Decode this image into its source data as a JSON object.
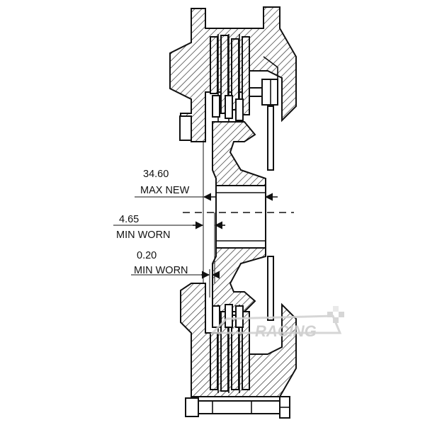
{
  "dimensions": [
    {
      "value": "34.60",
      "label": "MAX NEW"
    },
    {
      "value": "4.65",
      "label": "MIN WORN"
    },
    {
      "value": "0.20",
      "label": "MIN WORN"
    }
  ],
  "watermark": "RACING"
}
